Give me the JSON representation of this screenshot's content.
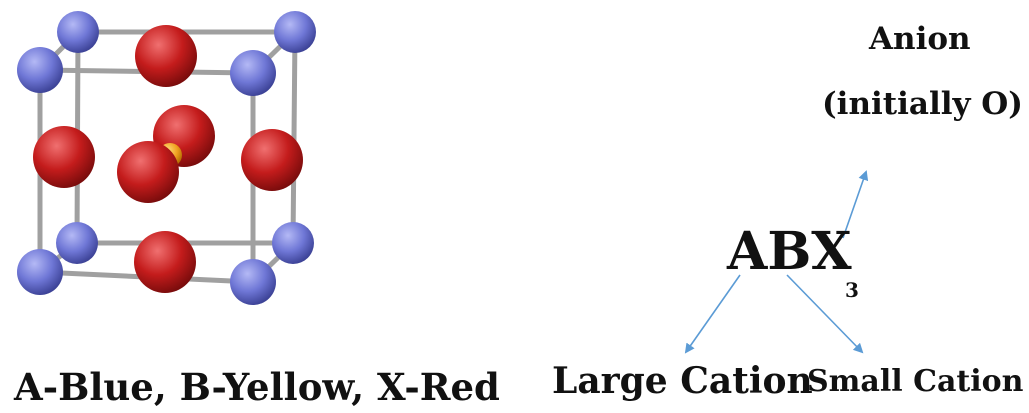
{
  "caption": "A-Blue, B-Yellow, X-Red",
  "formula": {
    "main": "ABX",
    "subscript": "3"
  },
  "labels": {
    "anion_line1": "Anion",
    "anion_line2": "(initially O)",
    "large_cation": "Large Cation",
    "small_cation": "Small Cation"
  },
  "colors": {
    "a_site": "#7078d8",
    "b_site": "#f0a020",
    "x_site": "#c81e1e",
    "cell_edge": "#9a9a9a",
    "arrow": "#5b9bd5"
  }
}
